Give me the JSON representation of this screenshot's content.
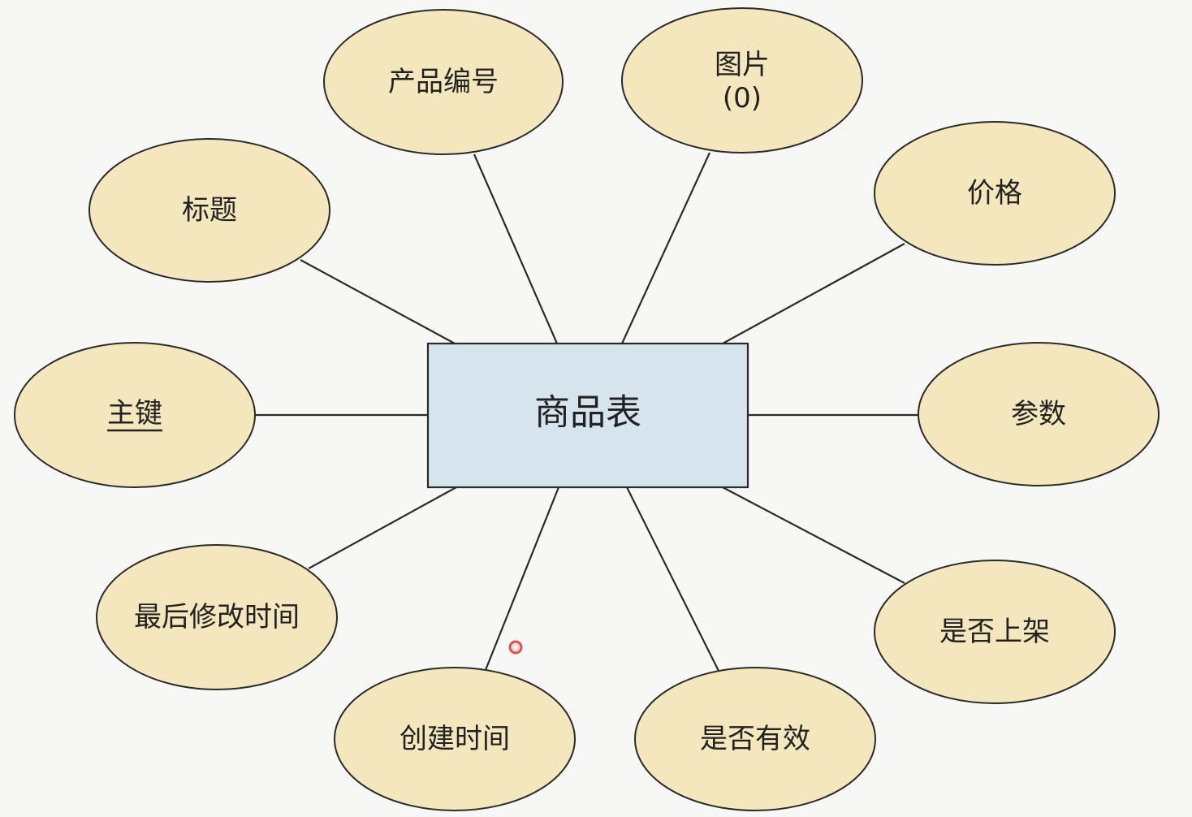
{
  "entity": {
    "label": "商品表"
  },
  "attributes": [
    {
      "id": "product-number",
      "label": "产品编号"
    },
    {
      "id": "picture",
      "label": "图片",
      "label2": "(0)"
    },
    {
      "id": "title",
      "label": "标题"
    },
    {
      "id": "price",
      "label": "价格"
    },
    {
      "id": "primary-key",
      "label": "主键",
      "is_key": true
    },
    {
      "id": "parameters",
      "label": "参数"
    },
    {
      "id": "last-modified",
      "label": "最后修改时间"
    },
    {
      "id": "listed",
      "label": "是否上架"
    },
    {
      "id": "created",
      "label": "创建时间"
    },
    {
      "id": "valid",
      "label": "是否有效"
    }
  ],
  "colors": {
    "attribute_fill": "#f4e7bd",
    "entity_fill": "#d6e4ee",
    "line": "#2b2b2b",
    "cursor": "#d9534f"
  }
}
